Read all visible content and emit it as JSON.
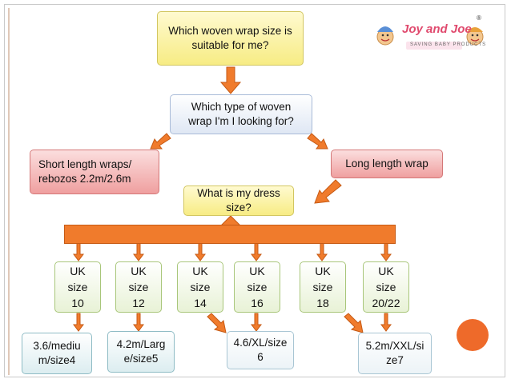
{
  "q1": "Which woven wrap size is suitable for me?",
  "q2": "Which type of woven wrap I'm I looking for?",
  "short": "Short length wraps/ rebozos 2.2m/2.6m",
  "long": "Long length wrap",
  "dress": "What is my dress size?",
  "sizes": [
    "UK size 10",
    "UK size 12",
    "UK size 14",
    "UK size 16",
    "UK size 18",
    "UK size 20/22"
  ],
  "results": [
    "3.6/medium/size4",
    "4.2m/Large/size5",
    "4.6/XL/size6",
    "5.2m/XXL/size7"
  ],
  "logo": {
    "name": "Joy and Joe",
    "tagline": "SAVING BABY PRODUCTS",
    "reg": "®"
  },
  "colors": {
    "arrow": "#f07b2c",
    "accent": "#ee6a2a"
  }
}
